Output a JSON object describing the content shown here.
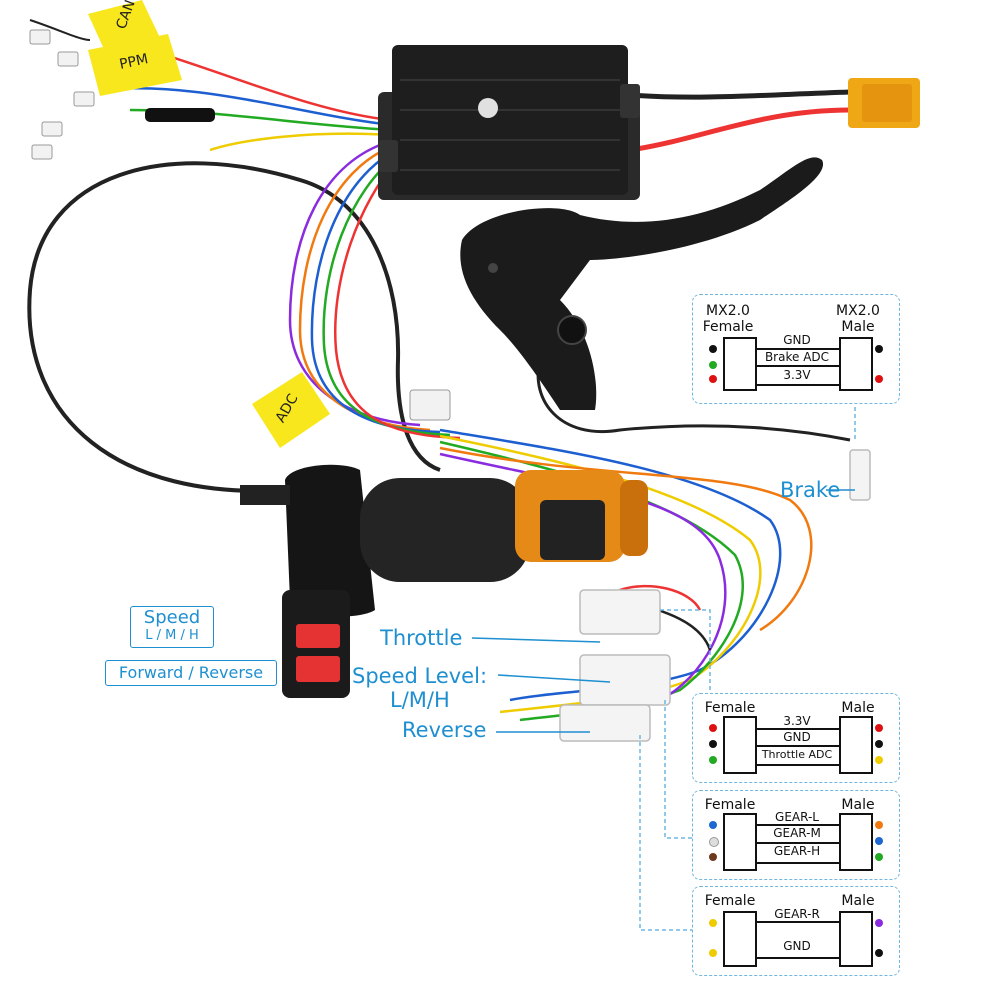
{
  "tapes": {
    "can": "CAN",
    "ppm": "PPM",
    "adc": "ADC"
  },
  "callouts": {
    "speed_title": "Speed",
    "speed_sub": "L / M / H",
    "fwd_rev": "Forward / Reverse",
    "throttle": "Throttle",
    "speed_level_1": "Speed Level:",
    "speed_level_2": "L/M/H",
    "reverse": "Reverse",
    "brake": "Brake"
  },
  "brake_panel": {
    "female_1": "MX2.0",
    "female_2": "Female",
    "male_1": "MX2.0",
    "male_2": "Male",
    "wires": [
      "GND",
      "Brake ADC",
      "3.3V"
    ],
    "female_pins": [
      "#111111",
      "#22aa22",
      "#dd1111"
    ],
    "male_pins": [
      "#111111",
      "#dd1111"
    ]
  },
  "throttle_panel": {
    "female": "Female",
    "male": "Male",
    "wires": [
      "3.3V",
      "GND",
      "Throttle ADC"
    ],
    "female_pins": [
      "#dd1111",
      "#111111",
      "#22aa22"
    ],
    "male_pins": [
      "#dd1111",
      "#111111",
      "#eecc00"
    ]
  },
  "gear_panel": {
    "female": "Female",
    "male": "Male",
    "wires": [
      "GEAR-L",
      "GEAR-M",
      "GEAR-H"
    ],
    "female_pins": [
      "#1e66d0",
      "#dddddd",
      "#6b3a1e"
    ],
    "male_pins": [
      "#f07a10",
      "#1e66d0",
      "#22aa22"
    ]
  },
  "reverse_panel": {
    "female": "Female",
    "male": "Male",
    "wires": [
      "GEAR-R",
      "GND"
    ],
    "female_pins": [
      "#eecc00",
      "#eecc00"
    ],
    "male_pins": [
      "#8b2be0",
      "#111111"
    ]
  },
  "colors": {
    "accent": "#1e8fd0",
    "tape": "#f8e71c",
    "grip_orange": "#e58a17"
  },
  "icons": [
    "controller-box",
    "xt60-connector",
    "brake-lever",
    "throttle-grip",
    "speed-switch",
    "direction-switch"
  ]
}
